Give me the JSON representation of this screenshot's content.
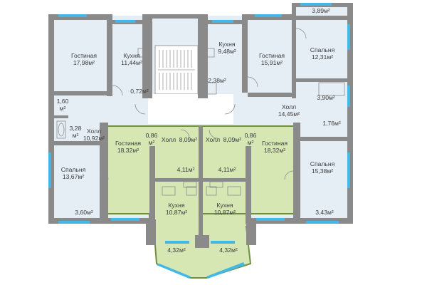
{
  "unit": "м²",
  "colors": {
    "wall": "#8a8a8a",
    "room": "#e6eef5",
    "highlight": "#d6e7b4",
    "highlight_border": "#6f8f42",
    "window": "#43b8e6"
  },
  "rooms": {
    "living_top_left": {
      "name": "Гостиная",
      "area": "17,98"
    },
    "kitchen_top_left": {
      "name": "Кухня",
      "area": "11,44"
    },
    "kitchen_top_mid": {
      "name": "Кухня",
      "area": "9,48"
    },
    "living_top_right": {
      "name": "Гостиная",
      "area": "15,91"
    },
    "bedroom_top_right": {
      "name": "Спальня",
      "area": "12,31"
    },
    "balcony_top_right": {
      "name": "",
      "area": "3,89"
    },
    "bath_072": {
      "name": "",
      "area": "0,72"
    },
    "bath_238": {
      "name": "",
      "area": "2,38"
    },
    "bath_390": {
      "name": "",
      "area": "3,90"
    },
    "hall_right": {
      "name": "Холл",
      "area": "14,45"
    },
    "closet_176": {
      "name": "",
      "area": "1,76"
    },
    "closet_160": {
      "name": "",
      "area": "1,60"
    },
    "bath_328": {
      "name": "",
      "area": "3,28"
    },
    "hall_left": {
      "name": "Холл",
      "area": "10,92"
    },
    "bedroom_left": {
      "name": "Спальня",
      "area": "13,67"
    },
    "balcony_left": {
      "name": "",
      "area": "3,60"
    },
    "living_center_left": {
      "name": "Гостиная",
      "area": "18,32"
    },
    "closet_086_left": {
      "name": "",
      "area": "0,86"
    },
    "hall_center_left": {
      "name": "Холл",
      "area": "8,09"
    },
    "hall_center_right": {
      "name": "Холл",
      "area": "8,09"
    },
    "closet_086_right": {
      "name": "",
      "area": "0,86"
    },
    "living_center_right": {
      "name": "Гостиная",
      "area": "18,32"
    },
    "bath_411_left": {
      "name": "",
      "area": "4,11"
    },
    "bath_411_right": {
      "name": "",
      "area": "4,11"
    },
    "kitchen_center_left": {
      "name": "Кухня",
      "area": "10,87"
    },
    "kitchen_center_right": {
      "name": "Кухня",
      "area": "10,87"
    },
    "bedroom_right": {
      "name": "Спальня",
      "area": "15,38"
    },
    "balcony_right": {
      "name": "",
      "area": "3,43"
    },
    "loggia_left": {
      "name": "",
      "area": "4,32"
    },
    "loggia_right": {
      "name": "",
      "area": "4,32"
    }
  }
}
